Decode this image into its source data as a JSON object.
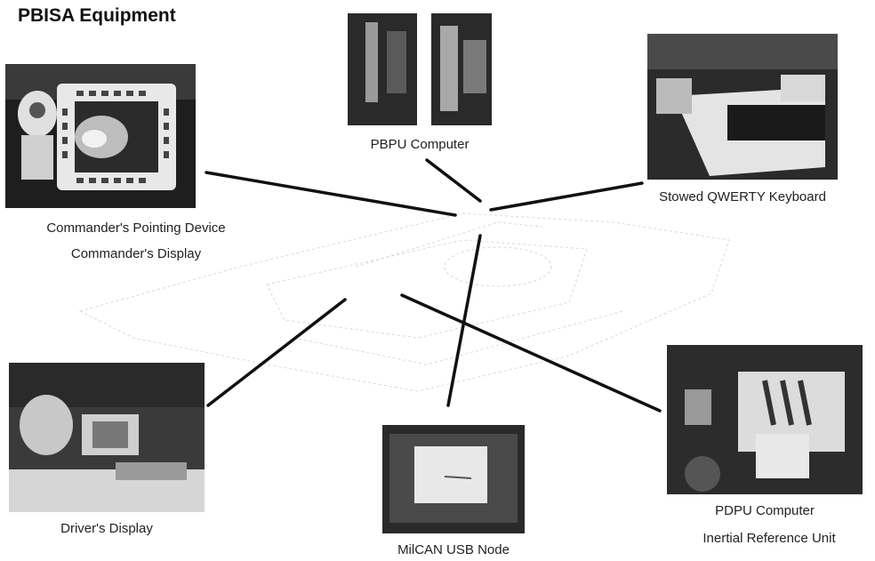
{
  "title": "PBISA Equipment",
  "labels": {
    "pbpu": "PBPU Computer",
    "qwerty": "Stowed QWERTY Keyboard",
    "cmd_pointing": "Commander's Pointing Device",
    "cmd_display": "Commander's  Display",
    "driver": "Driver's Display",
    "milcan": "MilCAN USB Node",
    "pdpu": "PDPU Computer",
    "iru": "Inertial Reference Unit"
  }
}
